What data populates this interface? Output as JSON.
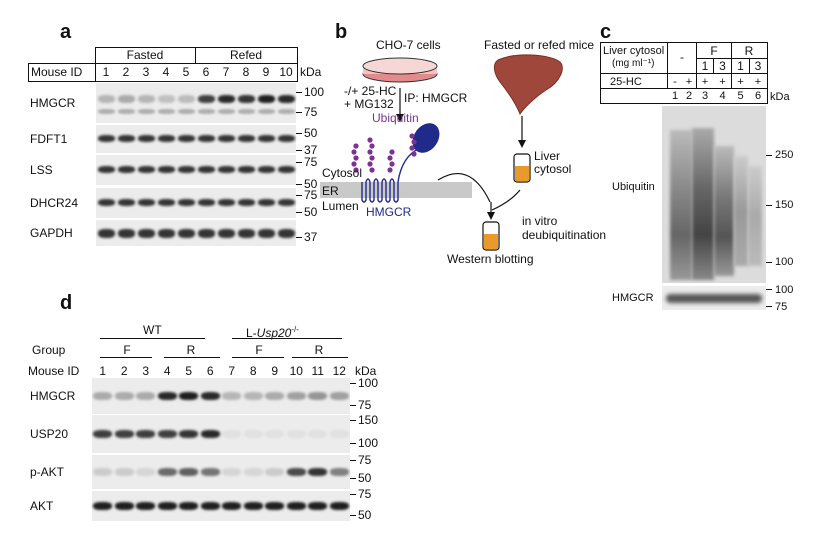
{
  "panels": {
    "a": {
      "letter": "a",
      "header_row_label": "Mouse ID",
      "groups": [
        "Fasted",
        "Refed"
      ],
      "mouse_ids": [
        "1",
        "2",
        "3",
        "4",
        "5",
        "6",
        "7",
        "8",
        "9",
        "10"
      ],
      "unit": "kDa",
      "rows": [
        {
          "name": "HMGCR",
          "markers": [
            "100",
            "75"
          ]
        },
        {
          "name": "FDFT1",
          "markers": [
            "50",
            "37"
          ]
        },
        {
          "name": "LSS",
          "markers": [
            "75",
            "50"
          ]
        },
        {
          "name": "DHCR24",
          "markers": [
            "75",
            "50"
          ]
        },
        {
          "name": "GAPDH",
          "markers": [
            "37"
          ]
        }
      ],
      "hmgcr_intensity": [
        0.25,
        0.3,
        0.25,
        0.2,
        0.22,
        0.8,
        0.9,
        0.85,
        0.95,
        0.9
      ]
    },
    "b": {
      "letter": "b",
      "cells_label": "CHO-7 cells",
      "mice_label": "Fasted or refed mice",
      "treatment_line1": "-/+ 25-HC",
      "treatment_line2": "+ MG132",
      "ip_label": "IP: HMGCR",
      "ubiquitin_label": "Ubiquitin",
      "cytosol_label": "Cytosol",
      "er_label": "ER",
      "lumen_label": "Lumen",
      "hmgcr_label": "HMGCR",
      "liver_cytosol_line1": "Liver",
      "liver_cytosol_line2": "cytosol",
      "invitro_line1": "in vitro",
      "invitro_line2": "deubiquitination",
      "western_label": "Western blotting",
      "colors": {
        "ubiquitin": "#7b3294",
        "hmgcr": "#1f2a8a",
        "liver": "#b5574a",
        "tube_fill": "#e89a2c",
        "dish": "#e38b8b"
      }
    },
    "c": {
      "letter": "c",
      "liver_line1": "Liver cytosol",
      "liver_line2": "(mg ml⁻¹)",
      "dash": "-",
      "group_f": "F",
      "group_r": "R",
      "concentrations": [
        "1",
        "3",
        "1",
        "3"
      ],
      "hc_label": "25-HC",
      "hc_values": [
        "-",
        "+",
        "+",
        "+",
        "+",
        "+"
      ],
      "lanes": [
        "1",
        "2",
        "3",
        "4",
        "5",
        "6"
      ],
      "unit": "kDa",
      "ubiquitin_label": "Ubiquitin",
      "ubiquitin_markers": [
        "250",
        "150",
        "100"
      ],
      "hmgcr_label": "HMGCR",
      "hmgcr_markers": [
        "100",
        "75"
      ]
    },
    "d": {
      "letter": "d",
      "wt_label": "WT",
      "ko_label_prefix": "L-",
      "ko_label_gene": "Usp20",
      "ko_label_sup": "-/-",
      "group_label": "Group",
      "groups": [
        "F",
        "R",
        "F",
        "R"
      ],
      "mouse_label": "Mouse ID",
      "mouse_ids": [
        "1",
        "2",
        "3",
        "4",
        "5",
        "6",
        "7",
        "8",
        "9",
        "10",
        "11",
        "12"
      ],
      "unit": "kDa",
      "rows": [
        {
          "name": "HMGCR",
          "markers": [
            "100",
            "75"
          ]
        },
        {
          "name": "USP20",
          "markers": [
            "150",
            "100"
          ]
        },
        {
          "name": "p-AKT",
          "markers": [
            "75",
            "50"
          ]
        },
        {
          "name": "AKT",
          "markers": [
            "75",
            "50"
          ]
        }
      ]
    }
  }
}
